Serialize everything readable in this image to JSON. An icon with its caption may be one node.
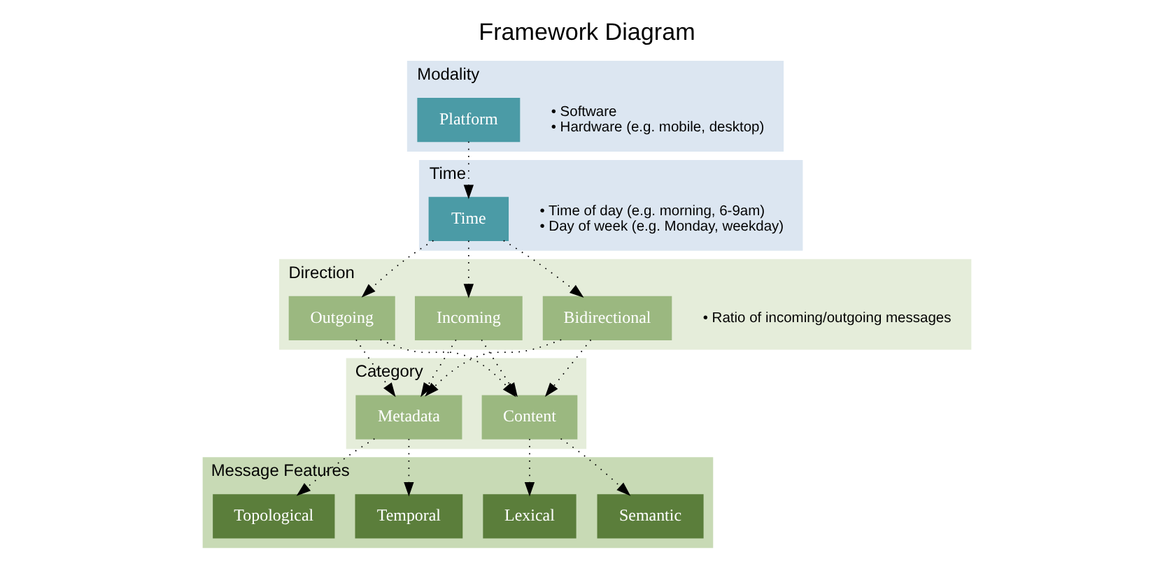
{
  "diagram": {
    "title": "Framework Diagram",
    "nodes": [
      {
        "text": [
          "Modality"
        ]
      },
      {
        "text": [
          "Platform"
        ],
        "in": 0,
        "beside": [
          "• Software",
          "• Hardware (e.g. mobile, desktop)"
        ]
      },
      {
        "text": [
          "Time"
        ]
      },
      {
        "text": [
          "Time"
        ],
        "in": 2,
        "beside": [
          "• Time of day (e.g. morning, 6-9am)",
          "• Day of week (e.g. Monday, weekday)"
        ]
      },
      {
        "text": [
          "Direction"
        ]
      },
      {
        "text": [
          "Incoming"
        ],
        "in": 4
      },
      {
        "text": [
          "Outgoing"
        ],
        "in": 4
      },
      {
        "text": [
          "Bidirectional"
        ],
        "in": 4,
        "beside": [
          "• Ratio of incoming/outgoing messages"
        ]
      },
      {
        "text": [
          "Category"
        ]
      },
      {
        "text": [
          "Content"
        ],
        "in": 8
      },
      {
        "text": [
          "Metadata"
        ],
        "in": 8
      },
      {
        "text": [
          "Message Features"
        ]
      },
      {
        "text": [
          "Semantic"
        ],
        "in": 11
      },
      {
        "text": [
          "Lexical"
        ],
        "in": 11
      },
      {
        "text": [
          "Temporal"
        ],
        "in": 11
      },
      {
        "text": [
          "Topological"
        ],
        "in": 11
      }
    ],
    "edges": [
      {
        "from": 1,
        "to": 3,
        "arrow": "to",
        "style": "dashed"
      },
      {
        "from": 3,
        "to": 5,
        "arrow": "to",
        "style": "dashed"
      },
      {
        "from": 3,
        "to": 6,
        "arrow": "to",
        "style": "dashed"
      },
      {
        "from": 3,
        "to": 7,
        "arrow": "to",
        "style": "dashed"
      },
      {
        "from": 5,
        "to": 9,
        "arrow": "to",
        "style": "dashed"
      },
      {
        "from": 5,
        "to": 10,
        "arrow": "to",
        "style": "dashed"
      },
      {
        "from": 6,
        "to": 9,
        "arrow": "to",
        "style": "dashed"
      },
      {
        "from": 6,
        "to": 10,
        "arrow": "to",
        "style": "dashed"
      },
      {
        "from": 7,
        "to": 9,
        "arrow": "to",
        "style": "dashed"
      },
      {
        "from": 7,
        "to": 10,
        "arrow": "to",
        "style": "dashed"
      },
      {
        "from": 9,
        "to": 12,
        "arrow": "to",
        "style": "dashed"
      },
      {
        "from": 9,
        "to": 13,
        "arrow": "to",
        "style": "dashed"
      },
      {
        "from": 10,
        "to": 14,
        "arrow": "to",
        "style": "dashed"
      },
      {
        "from": 10,
        "to": 15,
        "arrow": "to",
        "style": "dashed"
      }
    ]
  }
}
